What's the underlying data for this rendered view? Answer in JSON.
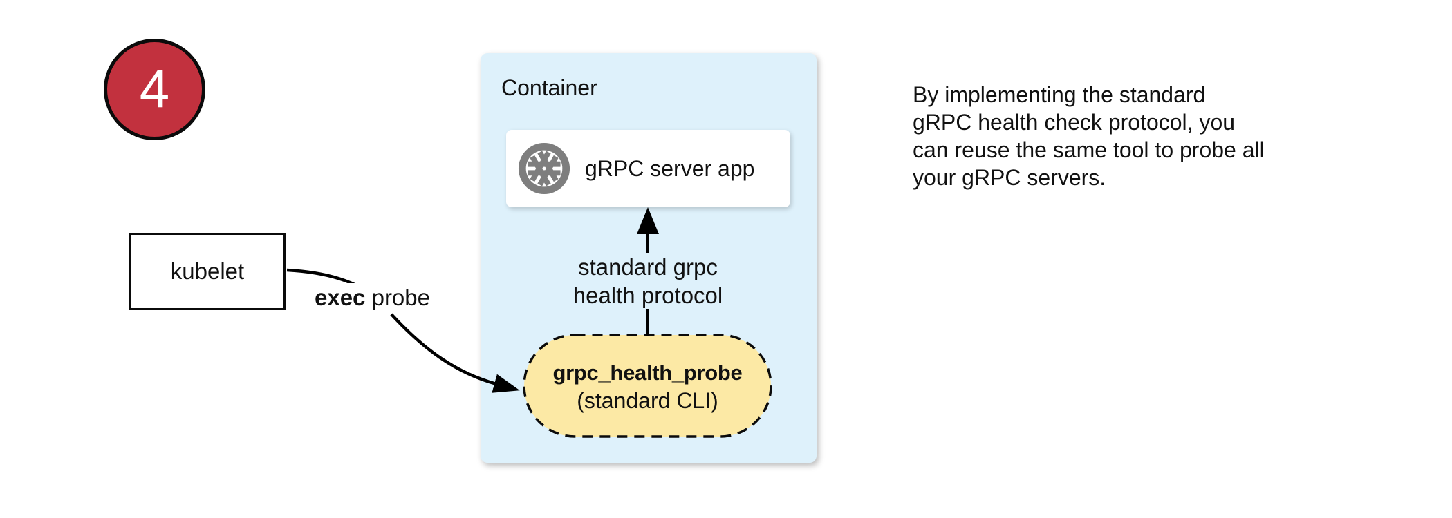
{
  "step_badge": {
    "number": "4"
  },
  "kubelet": {
    "label": "kubelet"
  },
  "exec_probe": {
    "bold": "exec",
    "rest": " probe"
  },
  "container": {
    "title": "Container",
    "server_box": {
      "label": "gRPC server app",
      "icon": "aperture-icon"
    },
    "protocol_label": {
      "line1": "standard grpc",
      "line2": "health protocol"
    },
    "probe_pill": {
      "title": "grpc_health_probe",
      "subtitle": "(standard CLI)"
    }
  },
  "note": {
    "lines": [
      "By implementing the standard",
      "gRPC health check protocol, you",
      "can reuse the same tool to probe all",
      "your gRPC servers."
    ]
  },
  "colors": {
    "badge_red": "#C2313E",
    "container_blue": "#DEF1FB",
    "pill_yellow": "#FCE9A5",
    "icon_gray": "#7E7E7E"
  }
}
